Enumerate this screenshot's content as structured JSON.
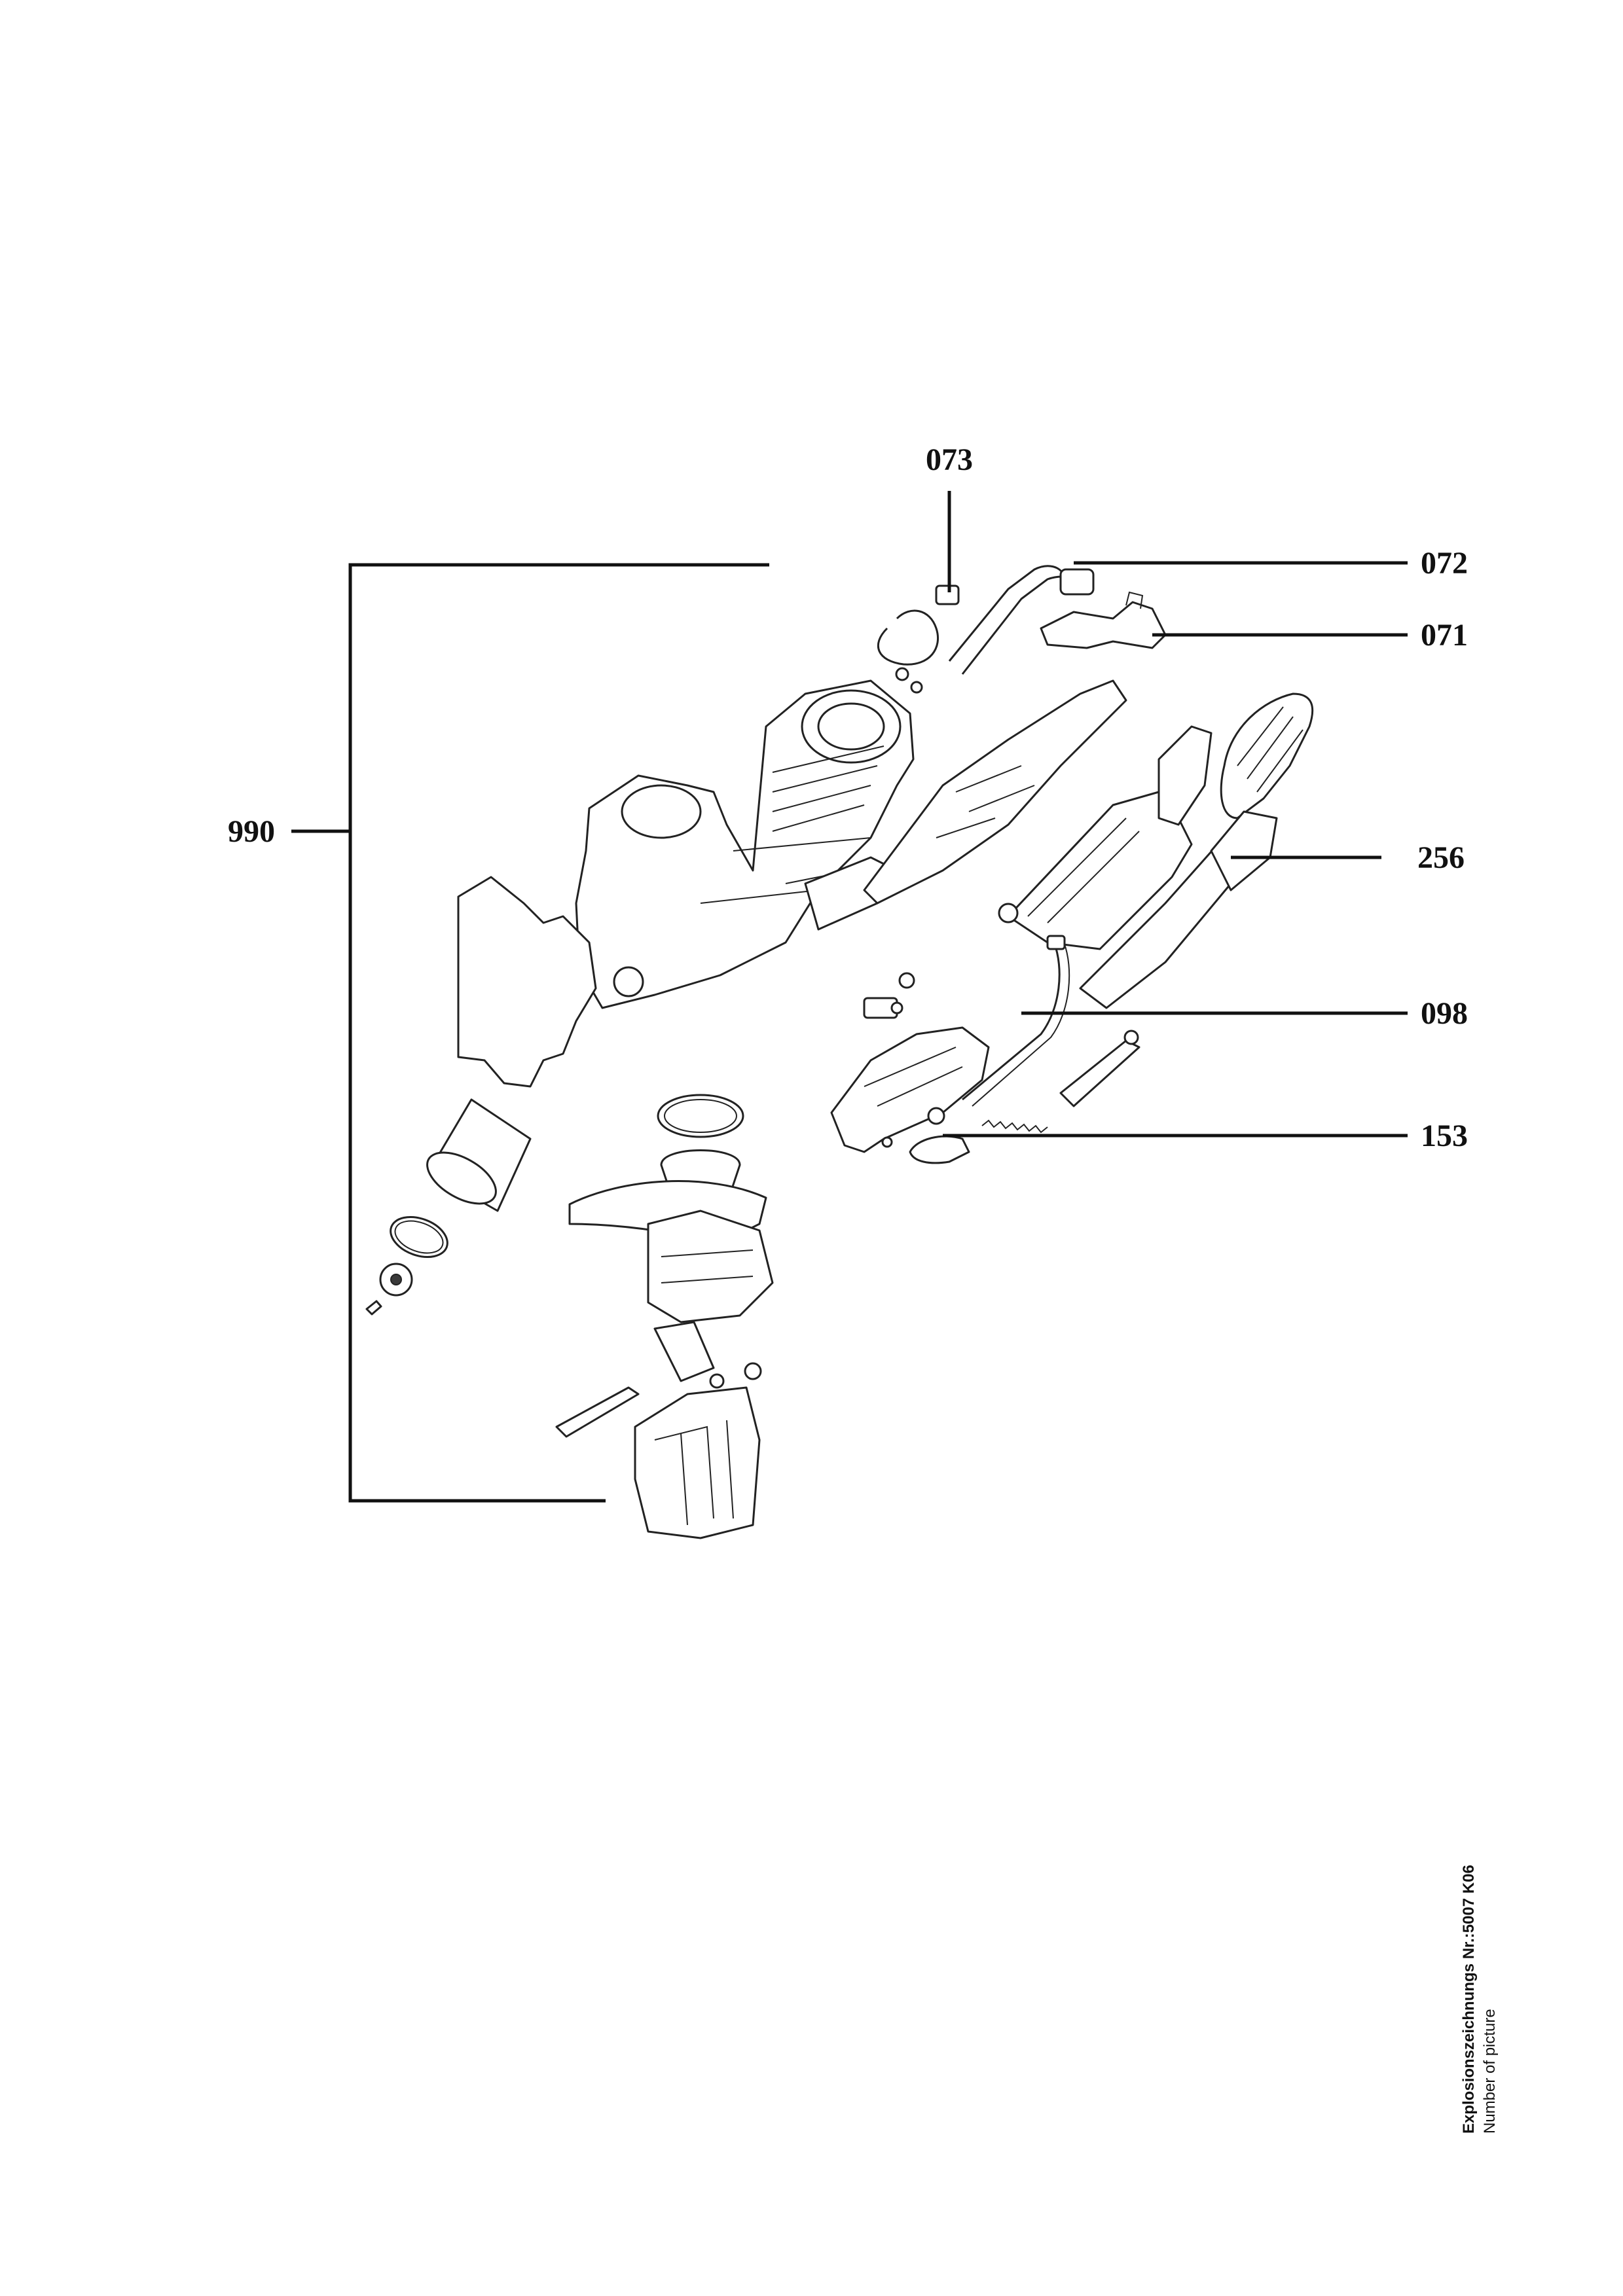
{
  "callouts": {
    "c073": "073",
    "c072": "072",
    "c071": "071",
    "c990": "990",
    "c256": "256",
    "c098": "098",
    "c153": "153"
  },
  "caption": {
    "title": "Explosionszeichnungs Nr.:5007 K06",
    "subtitle": "Number of picture"
  }
}
